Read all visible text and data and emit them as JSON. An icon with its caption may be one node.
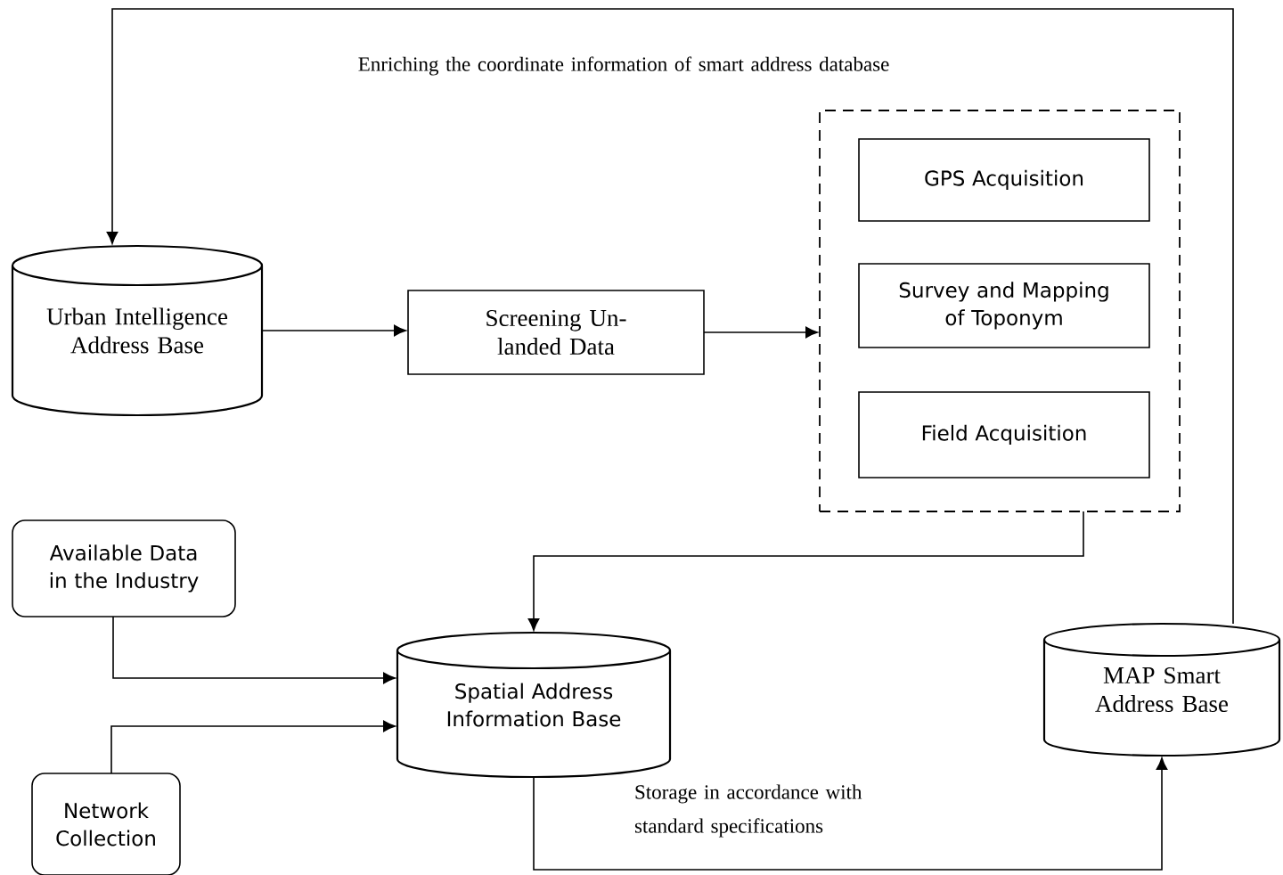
{
  "diagram": {
    "nodes": [
      {
        "text": [
          "Urban Intelligence Address Base"
        ]
      },
      {
        "text": [
          "Screening Un-landed Data"
        ]
      },
      {
        "text": [],
        "shape": "box"
      },
      {
        "text": [
          "GPS Acquisition"
        ],
        "in": 2
      },
      {
        "text": [
          "Survey and Mapping of Toponym"
        ],
        "in": 2
      },
      {
        "text": [
          "Field Acquisition"
        ],
        "in": 2
      },
      {
        "text": [
          "Available Data in the Industry"
        ]
      },
      {
        "text": [
          "Network Collection"
        ]
      },
      {
        "text": [
          "Spatial Address Information Base"
        ]
      },
      {
        "text": [
          "MAP Smart Address Base"
        ]
      }
    ],
    "edges": [
      {
        "from": 0,
        "to": 1,
        "arrow": "to"
      },
      {
        "from": 1,
        "to": 2,
        "arrow": "to"
      },
      {
        "from": 2,
        "to": 8,
        "arrow": "to"
      },
      {
        "from": 6,
        "to": 8,
        "arrow": "to"
      },
      {
        "from": 7,
        "to": 8,
        "arrow": "to"
      },
      {
        "from": 8,
        "to": 9,
        "arrow": "to",
        "label": "Storage in accordance with standard specifications"
      },
      {
        "from": 9,
        "to": 0,
        "arrow": "to",
        "label": "Enriching the coordinate information of smart address database"
      }
    ]
  }
}
